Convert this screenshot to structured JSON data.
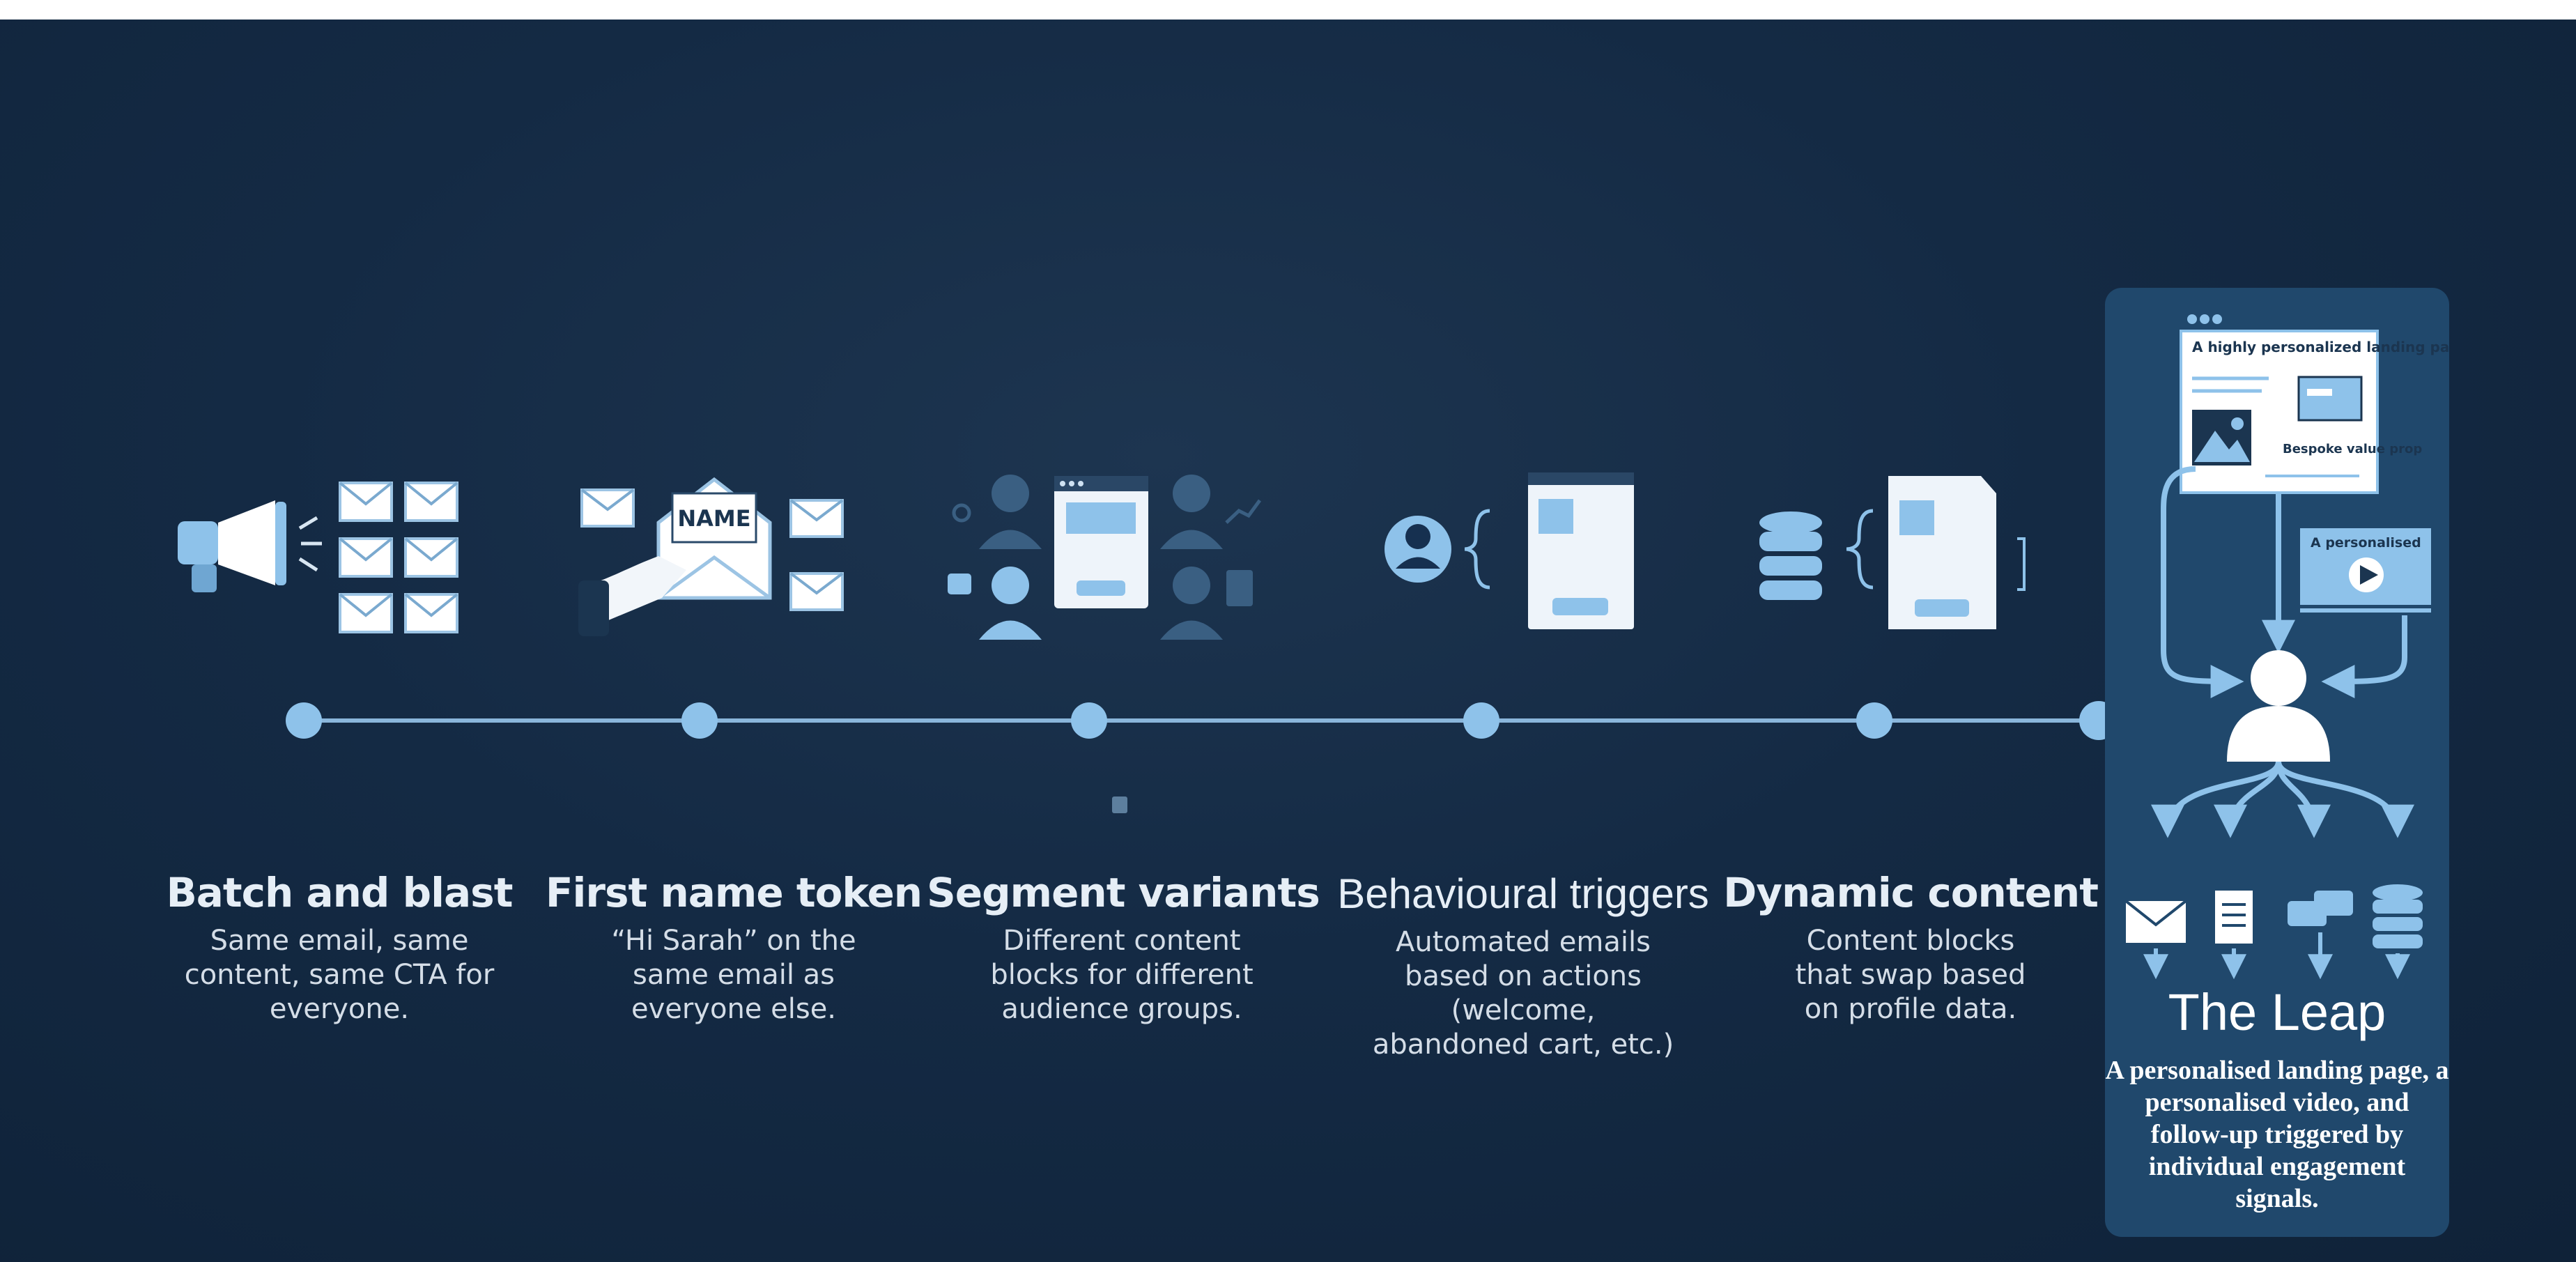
{
  "stages": [
    {
      "title": "Batch and blast",
      "description": "Same email, same content, same CTA for everyone."
    },
    {
      "title": "First name token",
      "description": "“Hi Sarah” on the same email as everyone else."
    },
    {
      "title": "Segment variants",
      "description": "Different content blocks for different audience groups."
    },
    {
      "title": "Behavioural triggers",
      "description": "Automated emails based on actions (welcome, abandoned cart, etc.)"
    },
    {
      "title": "Dynamic content",
      "description": "Content blocks that swap based on profile data."
    }
  ],
  "leap": {
    "title": "The Leap",
    "description": "A personalised landing page, a personalised video, and follow-up triggered by individual engagement signals.",
    "landing_page_label": "A highly personalized landing page",
    "value_prop_label": "Bespoke value prop",
    "video_label": "A personalised"
  },
  "icons": {
    "token_badge": "NAME"
  },
  "colors": {
    "background": "#142a44",
    "accent": "#8ec2ea",
    "panel": "#20486c",
    "text": "#e6eef6"
  }
}
